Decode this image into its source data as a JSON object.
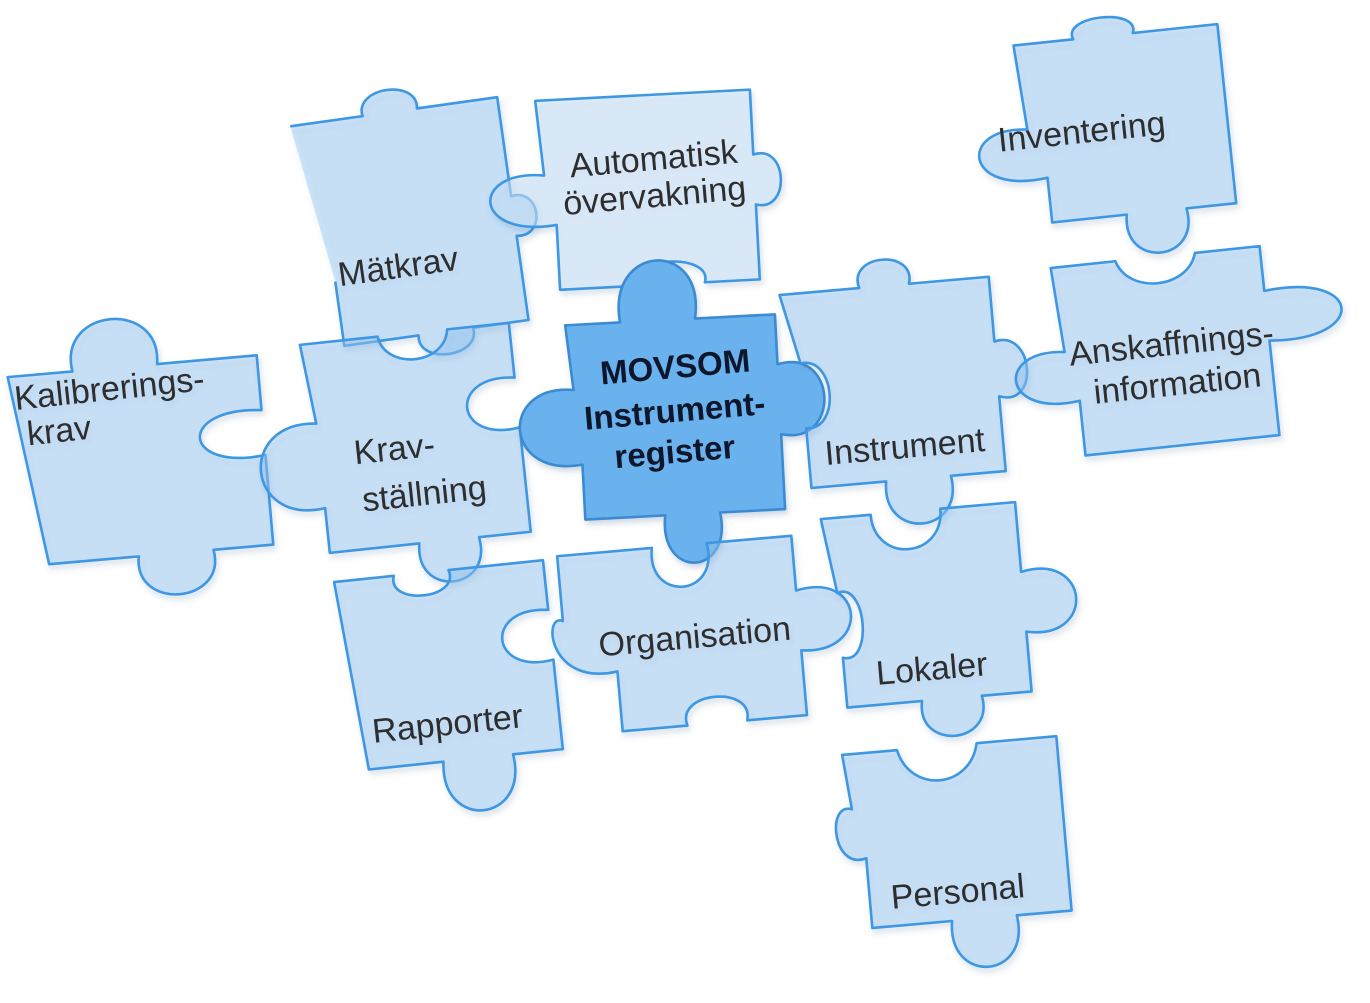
{
  "pieces": {
    "matkrav": [
      "Mätkrav"
    ],
    "automatisk": [
      "Automatisk",
      "övervakning"
    ],
    "inventering": [
      "Inventering"
    ],
    "kalibrering": [
      "Kalibrerings-",
      "krav"
    ],
    "kravstallning": [
      "Krav-",
      "ställning"
    ],
    "center": [
      "MOVSOM",
      "Instrument-",
      "register"
    ],
    "instrument": [
      "Instrument"
    ],
    "anskaffning": [
      "Anskaffnings-",
      "information"
    ],
    "rapporter": [
      "Rapporter"
    ],
    "organisation": [
      "Organisation"
    ],
    "lokaler": [
      "Lokaler"
    ],
    "personal": [
      "Personal"
    ]
  }
}
